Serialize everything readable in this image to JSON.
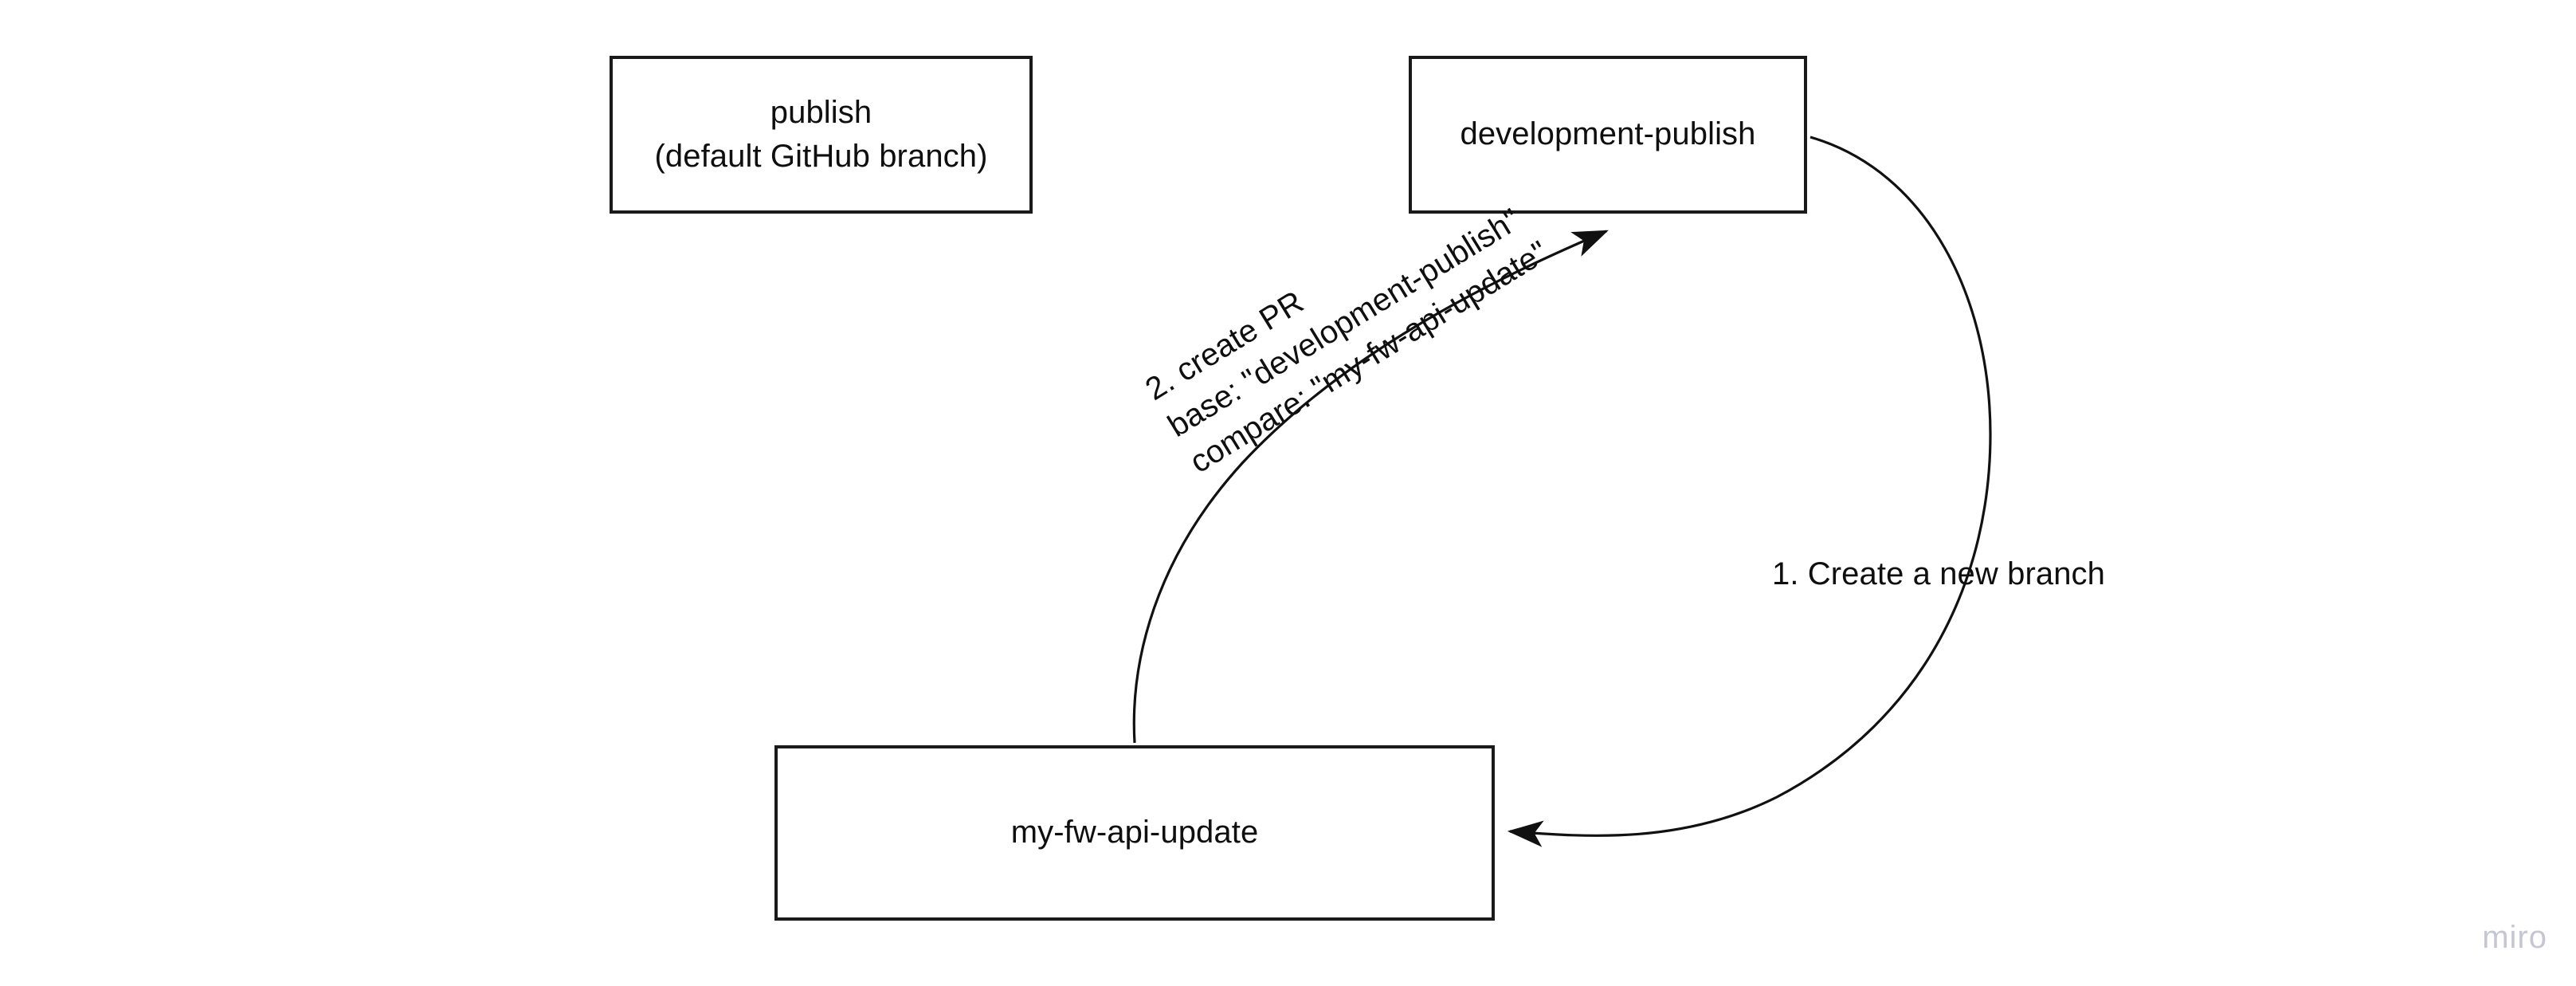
{
  "diagram": {
    "type": "flow-diagram",
    "background_color": "#ffffff",
    "stroke_color": "#1a1a1a",
    "text_color": "#0f0f0f",
    "nodes": [
      {
        "id": "publish",
        "label": "publish\n(default GitHub branch)",
        "line1": "publish",
        "line2": "(default GitHub branch)"
      },
      {
        "id": "development-publish",
        "label": "development-publish"
      },
      {
        "id": "my-fw-api-update",
        "label": "my-fw-api-update"
      }
    ],
    "edges": [
      {
        "id": "create-branch",
        "from": "development-publish",
        "to": "my-fw-api-update",
        "label": "1. Create a new branch",
        "arrowhead": "end"
      },
      {
        "id": "create-pr",
        "from": "my-fw-api-update",
        "to": "development-publish",
        "label": "2. create PR\nbase: \"development-publish\"\ncompare: \"my-fw-api-update\"",
        "line1": "2. create PR",
        "line2": "base: \"development-publish\"",
        "line3": "compare: \"my-fw-api-update\"",
        "arrowhead": "end"
      }
    ]
  },
  "watermark": {
    "text": "miro",
    "color": "#c6c5d2"
  }
}
